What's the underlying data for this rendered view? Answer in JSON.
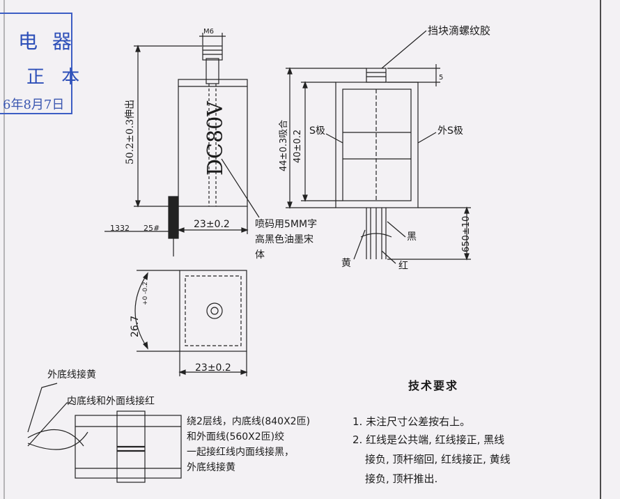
{
  "stamp": {
    "line1": "电 器",
    "line2": "正 本",
    "date": "6年8月7日"
  },
  "top_view": {
    "thread": "M6",
    "length_dim": "50.2±0.3伸出",
    "voltage": "DC80V",
    "width_dim": "23±0.2",
    "wire_code": "1332",
    "wire_gauge": "25#",
    "print_note_lines": [
      "喷码用5MM字",
      "高黑色油墨宋",
      "体"
    ]
  },
  "side_view": {
    "glue_label": "挡块滴螺纹胶",
    "top_dim": "5",
    "closed_dim": "44±0.3吸合",
    "inner_dim": "40±0.2",
    "s_pole": "S极",
    "outer_s_pole": "外S极",
    "lead_length": "650±10",
    "wire_black": "黑",
    "wire_yellow": "黄",
    "wire_red": "红"
  },
  "bottom_view": {
    "height_dim": "26.7",
    "height_tol": "+0 -0.2",
    "width_dim": "23±0.2"
  },
  "winding": {
    "outer_bottom": "外底线接黄",
    "inner_outer": "内底线和外面线接红",
    "note_lines": [
      "绕2层线，内底线(840X2匝)",
      "和外面线(560X2匝)绞",
      "一起接红线内面线接黑，",
      "外底线接黄"
    ]
  },
  "tech": {
    "title": "技术要求",
    "lines": [
      "1. 未注尺寸公差按右上。",
      "2. 红线是公共端, 红线接正, 黑线",
      "接负, 顶杆缩回, 红线接正, 黄线",
      "接负, 顶杆推出."
    ]
  }
}
